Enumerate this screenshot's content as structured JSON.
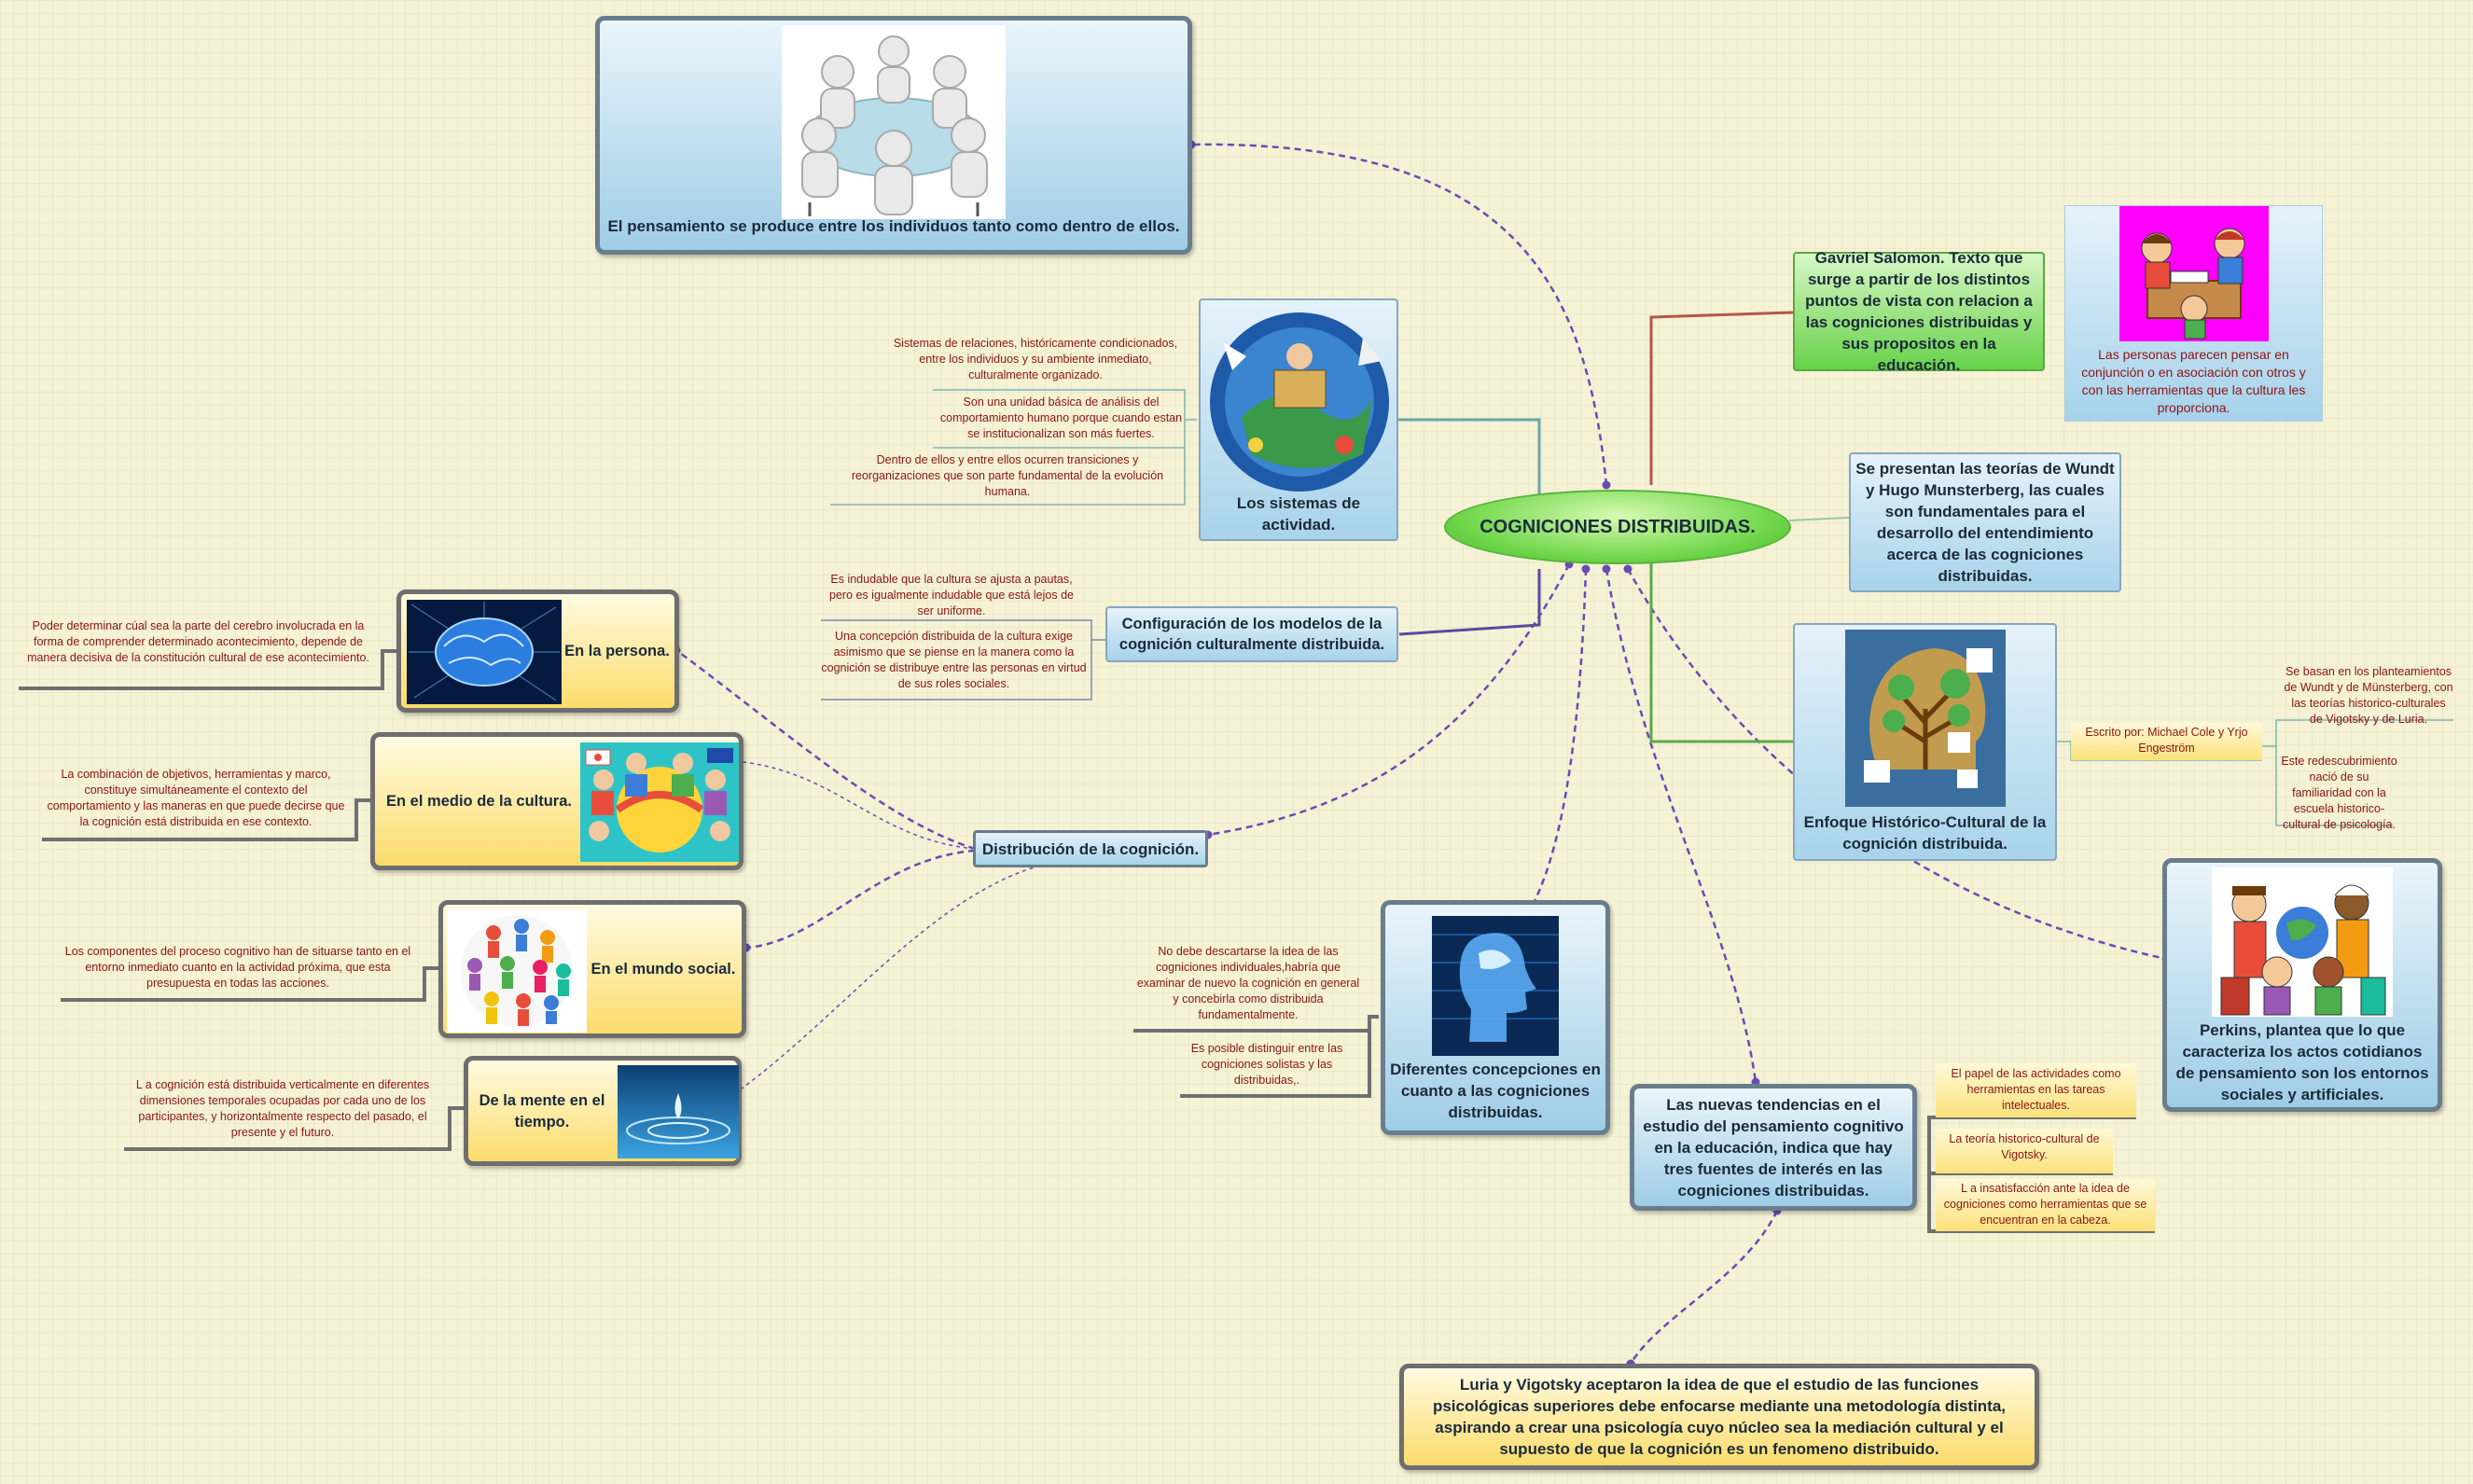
{
  "central": "COGNICIONES DISTRIBUIDAS.",
  "top_node": "El pensamiento se produce entre los individuos tanto como dentro de ellos.",
  "actividad": {
    "title": "Los sistemas de actividad.",
    "notes": [
      "Sistemas de relaciones, históricamente condicionados, entre los individuos y su ambiente inmediato, culturalmente organizado.",
      "Son una unidad básica de análisis del comportamiento humano porque cuando estan se institucionalizan son más fuertes.",
      "Dentro de ellos y entre ellos ocurren transiciones y reorganizaciones que son parte fundamental de la evolución humana."
    ]
  },
  "configuracion": {
    "title": "Configuración de los modelos de la cognición culturalmente distribuida.",
    "notes": [
      "Es indudable que la cultura se ajusta a pautas, pero es igualmente indudable que está lejos de ser uniforme.",
      "Una concepción distribuida de la cultura exige asimismo que se piense en la manera como la cognición se distribuye entre las personas en virtud de sus roles sociales."
    ]
  },
  "distribucion": {
    "title": "Distribución de la cognición.",
    "children": [
      {
        "title": "En la persona.",
        "note": "Poder determinar cúal sea la parte del cerebro involucrada en la forma de comprender determinado acontecimiento, depende de manera decisiva de la constitución cultural  de ese acontecimiento."
      },
      {
        "title": "En el medio de la cultura.",
        "note": "La combinación de objetivos, herramientas y marco, constituye simultáneamente el contexto del comportamiento y las maneras en que puede decirse que la cognición está distribuida en ese contexto."
      },
      {
        "title": "En el mundo social.",
        "note": "Los componentes del proceso cognitivo han de situarse tanto en el entorno inmediato cuanto en la actividad próxima, que esta presupuesta en todas las acciones."
      },
      {
        "title": "De la mente en el tiempo.",
        "note": "L a cognición está distribuida  verticalmente en diferentes dimensiones temporales ocupadas por cada uno de los participantes, y horizontalmente respecto del pasado, el presente y el futuro."
      }
    ]
  },
  "concepciones": {
    "title": "Diferentes concepciones en cuanto a las cogniciones distribuidas.",
    "notes": [
      "No debe descartarse la idea de las cogniciones individuales,habría que examinar de nuevo la cognición en general y concebirla como distribuida fundamentalmente.",
      "Es posible distinguir entre las cogniciones solistas y las distribuidas,."
    ]
  },
  "tendencias": {
    "title": "Las nuevas tendencias en el estudio del pensamiento cognitivo en la educación, indica que hay tres fuentes de interés en las cogniciones distribuidas.",
    "notes": [
      "El papel de las actividades como herramientas en las tareas intelectuales.",
      "La teoría historico-cultural de Vigotsky.",
      "L a insatisfacción ante la idea de cogniciones como herramientas que se encuentran en la cabeza."
    ]
  },
  "luria": "Luria y Vigotsky aceptaron la idea de que el estudio de las funciones psicológicas superiores debe enfocarse mediante una metodología distinta, aspirando a crear una psicología cuyo núcleo sea la mediación cultural y el supuesto de que la cognición es un fenomeno distribuido.",
  "salomon": {
    "title": "Gavriel Salomon. Texto que surge a partir de los distintos puntos de vista con relacion a las cogniciones distribuidas y sus propositos en la educación.",
    "image_caption": "Las personas parecen pensar en conjunción o en asociación con otros y con las herramientas que la cultura les proporciona."
  },
  "wundt": "Se presentan las teorías de Wundt y Hugo Munsterberg, las cuales son fundamentales para el desarrollo del entendimiento acerca de las cogniciones distribuidas.",
  "enfoque": {
    "title": "Enfoque Histórico-Cultural  de la cognición distribuida.",
    "note": "Escrito por: Michael Cole y Yrjo Engeström",
    "subnotes": [
      "Se basan en los planteamientos de Wundt y de Münsterberg, con las teorías historico-culturales de Vigotsky y de Luria.",
      "Este redescubrimiento nació de su familiaridad con la escuela historico-cultural de psicología."
    ]
  },
  "perkins": "Perkins, plantea que lo que caracteriza los actos cotidianos de pensamiento son los entornos sociales y artificiales.",
  "colors": {
    "link_dashed": "#6a4bb3",
    "branch_teal": "#6aa7a6",
    "branch_purple": "#5b4a9e",
    "branch_red": "#b5564a",
    "branch_green": "#5aaa4a",
    "note_text": "#8b1414"
  },
  "icons": {
    "top": "people-round-table-icon",
    "actividad": "globe-activity-icon",
    "persona": "brain-icon",
    "cultura": "children-world-icon",
    "social": "people-globe-icon",
    "tiempo": "water-drop-icon",
    "concepciones": "digital-head-icon",
    "salomon": "students-icon",
    "enfoque": "head-tree-puzzle-icon",
    "perkins": "children-cultures-icon"
  }
}
